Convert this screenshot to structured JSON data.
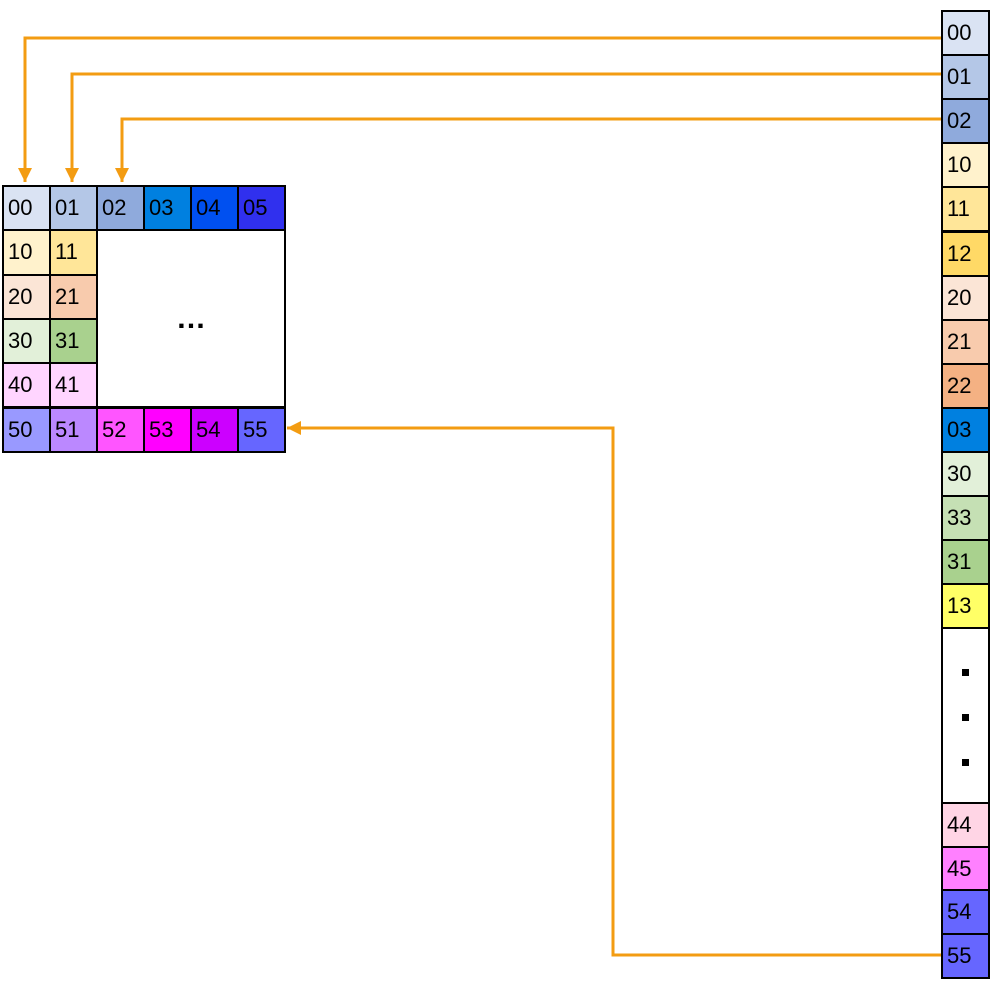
{
  "colors": {
    "arrow": "#f39c12",
    "border": "#000000"
  },
  "matrix": {
    "rows": [
      [
        {
          "label": "00",
          "color": "#dae3f3"
        },
        {
          "label": "01",
          "color": "#b4c7e7"
        },
        {
          "label": "02",
          "color": "#8faadc"
        },
        {
          "label": "03",
          "color": "#0080e0"
        },
        {
          "label": "04",
          "color": "#0050f0"
        },
        {
          "label": "05",
          "color": "#3030ee"
        }
      ],
      [
        {
          "label": "10",
          "color": "#fff2cc"
        },
        {
          "label": "11",
          "color": "#ffe699"
        }
      ],
      [
        {
          "label": "20",
          "color": "#fbe5d6"
        },
        {
          "label": "21",
          "color": "#f8cbad"
        }
      ],
      [
        {
          "label": "30",
          "color": "#e2f0d9"
        },
        {
          "label": "31",
          "color": "#a9d18e"
        }
      ],
      [
        {
          "label": "40",
          "color": "#ffd5ff"
        },
        {
          "label": "41",
          "color": "#ffd5ff"
        }
      ],
      [
        {
          "label": "50",
          "color": "#9999ff"
        },
        {
          "label": "51",
          "color": "#bb88ff"
        },
        {
          "label": "52",
          "color": "#ff55ff"
        },
        {
          "label": "53",
          "color": "#ff00ff"
        },
        {
          "label": "54",
          "color": "#cc00ff"
        },
        {
          "label": "55",
          "color": "#6666ff"
        }
      ]
    ],
    "ellipsis": "…"
  },
  "column": {
    "top_cells": [
      {
        "label": "00",
        "color": "#dae3f3"
      },
      {
        "label": "01",
        "color": "#b4c7e7"
      },
      {
        "label": "02",
        "color": "#8faadc"
      },
      {
        "label": "10",
        "color": "#fff2cc"
      },
      {
        "label": "11",
        "color": "#ffe699"
      },
      {
        "label": "12",
        "color": "#ffd966"
      },
      {
        "label": "20",
        "color": "#fbe5d6"
      },
      {
        "label": "21",
        "color": "#f8cbad"
      },
      {
        "label": "22",
        "color": "#f4b183"
      },
      {
        "label": "03",
        "color": "#0080e0"
      },
      {
        "label": "30",
        "color": "#e2f0d9"
      },
      {
        "label": "33",
        "color": "#c5e0b4"
      },
      {
        "label": "31",
        "color": "#a9d18e"
      },
      {
        "label": "13",
        "color": "#ffff66"
      }
    ],
    "bottom_cells": [
      {
        "label": "44",
        "color": "#ffd5e5"
      },
      {
        "label": "45",
        "color": "#ff80ff"
      },
      {
        "label": "54",
        "color": "#6666ff"
      },
      {
        "label": "55",
        "color": "#6666ff"
      }
    ]
  }
}
